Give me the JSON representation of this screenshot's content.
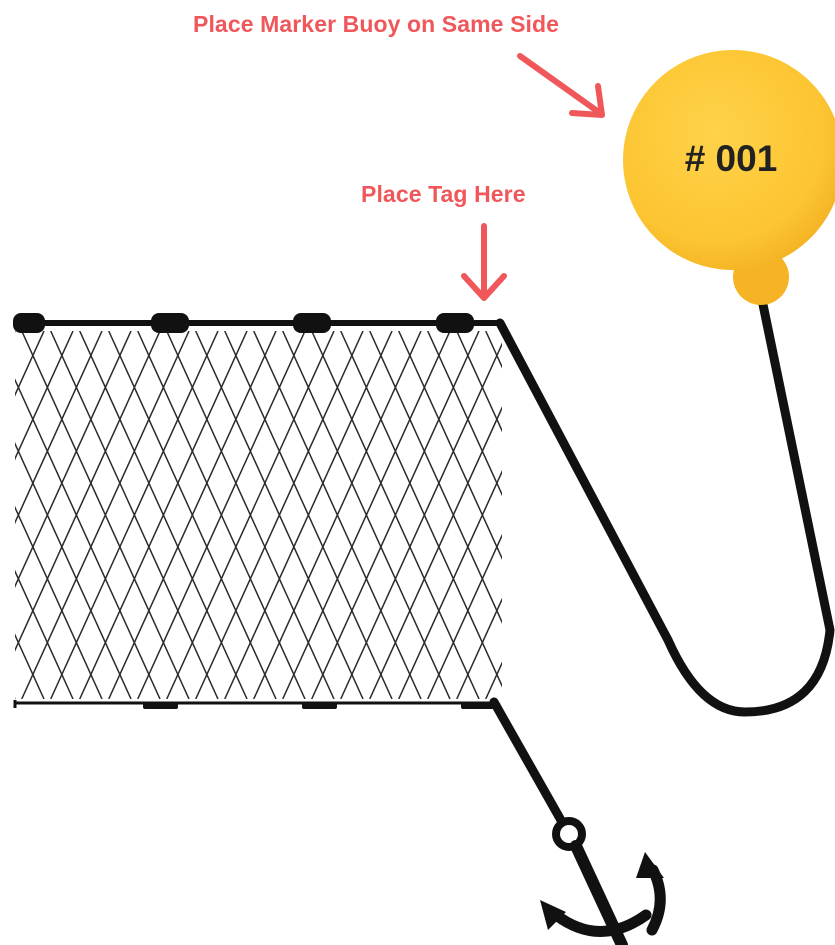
{
  "annotations": {
    "marker_buoy_instruction": "Place Marker Buoy on Same Side",
    "tag_instruction": "Place Tag Here"
  },
  "buoy": {
    "label": "# 001"
  },
  "colors": {
    "annotation": "#f0575a",
    "buoy_fill": "#fcc531",
    "buoy_shade": "#f5b325",
    "line": "#111111",
    "mesh": "#2a2a2a"
  },
  "icons": {
    "anchor": "anchor-icon",
    "buoy": "marker-buoy-icon",
    "net": "gill-net-icon"
  }
}
